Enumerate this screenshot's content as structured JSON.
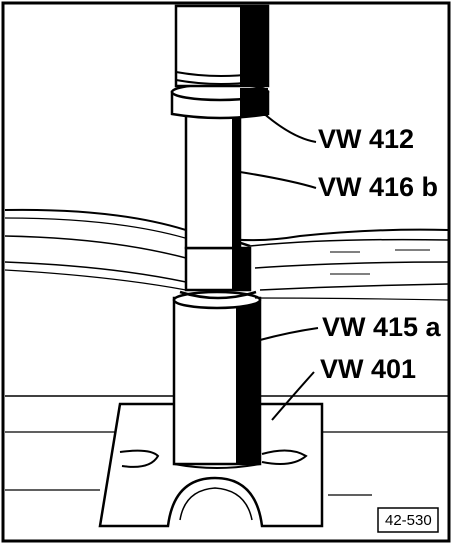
{
  "labels": {
    "tool_vw412": "VW 412",
    "tool_vw416b": "VW 416 b",
    "tool_vw415a": "VW 415 a",
    "tool_vw401": "VW 401"
  },
  "figure_id": "42-530",
  "colors": {
    "ink": "#000000",
    "paper": "#ffffff"
  }
}
